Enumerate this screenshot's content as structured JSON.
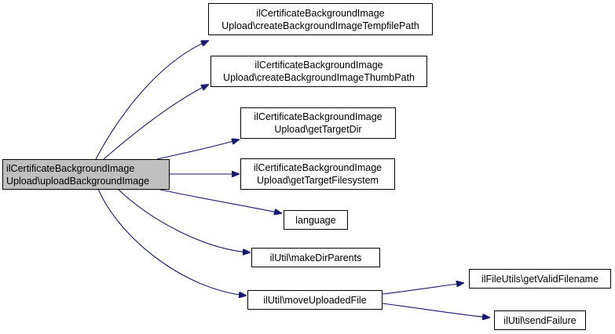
{
  "colors": {
    "edge": "#191970",
    "root_fill": "#bfbfbf",
    "node_fill": "#ffffff",
    "node_border": "#000000"
  },
  "nodes": {
    "root": {
      "line1": "ilCertificateBackgroundImage",
      "line2": "Upload\\uploadBackgroundImage"
    },
    "tempfile": {
      "line1": "ilCertificateBackgroundImage",
      "line2": "Upload\\createBackgroundImageTempfilePath"
    },
    "thumb": {
      "line1": "ilCertificateBackgroundImage",
      "line2": "Upload\\createBackgroundImageThumbPath"
    },
    "targetdir": {
      "line1": "ilCertificateBackgroundImage",
      "line2": "Upload\\getTargetDir"
    },
    "targetfs": {
      "line1": "ilCertificateBackgroundImage",
      "line2": "Upload\\getTargetFilesystem"
    },
    "language": {
      "line1": "language"
    },
    "makedir": {
      "line1": "ilUtil\\makeDirParents"
    },
    "moveupload": {
      "line1": "ilUtil\\moveUploadedFile"
    },
    "validfilename": {
      "line1": "ilFileUtils\\getValidFilename"
    },
    "sendfailure": {
      "line1": "ilUtil\\sendFailure"
    }
  }
}
